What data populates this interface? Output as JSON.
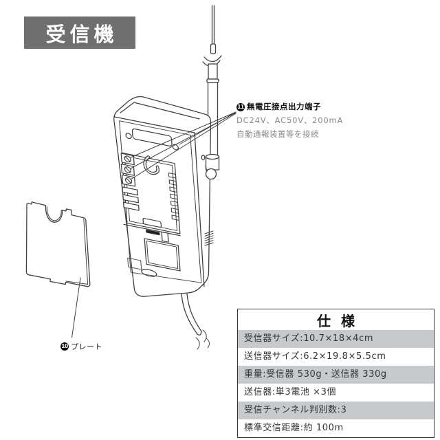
{
  "badge": {
    "label": "受信機",
    "bg_color": "#6f6f6f",
    "text_color": "#ffffff"
  },
  "annotation": {
    "number": "11",
    "title": "無電圧接点出力端子",
    "line2": "DC24V、AC50V、200mA",
    "line3": "自動通報装置等を接続"
  },
  "plate_label": {
    "number": "10",
    "label": "プレート"
  },
  "spec_table": {
    "title": "仕 様",
    "shade_color": "#c6cacd",
    "rows": [
      {
        "text": "受信器サイズ:10.7×18×4cm",
        "shaded": true
      },
      {
        "text": "送信器サイズ:6.2×19.8×5.5cm",
        "shaded": false
      },
      {
        "text": "重量:受信器 530g・送信器 330g",
        "shaded": true
      },
      {
        "text": "送信器:単3電池 ×3個",
        "shaded": false
      },
      {
        "text": "受信チャンネル判別数:3",
        "shaded": true
      },
      {
        "text": "標準交信距離:約 100m",
        "shaded": false
      }
    ]
  },
  "illustration": {
    "line_color": "#3f3f3f",
    "parts": [
      "receiver-body",
      "telescopic-antenna",
      "terminal-block",
      "removable-plate",
      "power-cable"
    ]
  }
}
